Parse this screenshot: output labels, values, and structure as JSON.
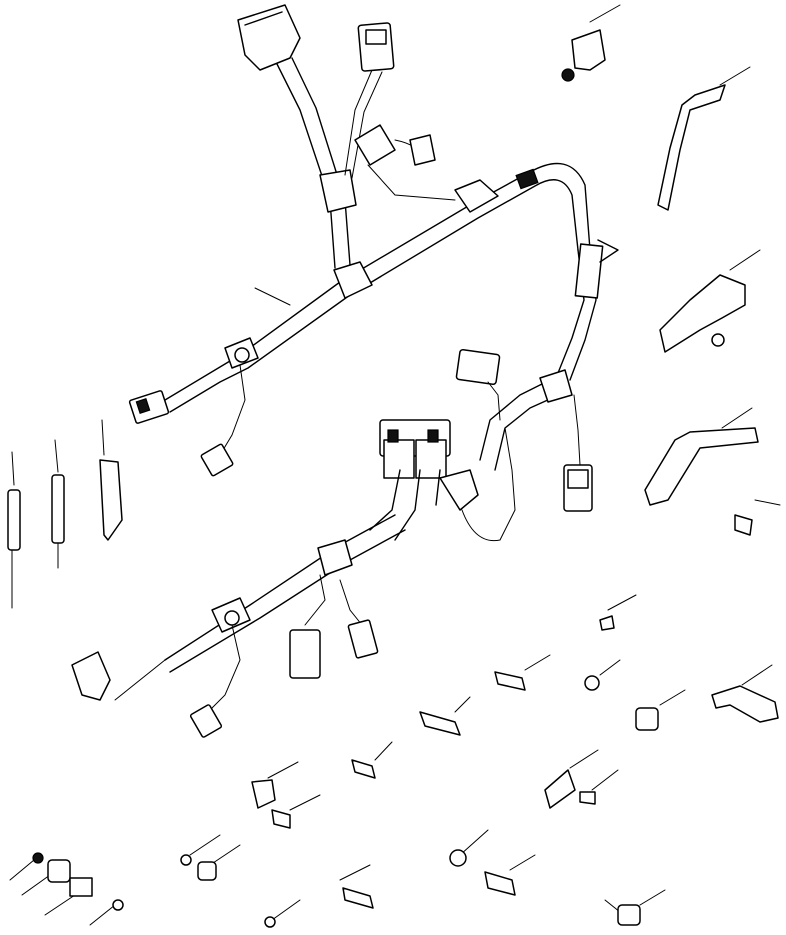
{
  "diagram": {
    "background": "#ffffff",
    "line_color": "#000000",
    "parts": [
      {
        "id": "harness-main",
        "icon": "wire-harness-icon"
      },
      {
        "id": "connector",
        "icon": "connector-icon"
      },
      {
        "id": "bracket",
        "icon": "bracket-icon"
      },
      {
        "id": "clamp",
        "icon": "clamp-icon"
      },
      {
        "id": "bolt",
        "icon": "bolt-icon"
      },
      {
        "id": "nut",
        "icon": "nut-icon"
      },
      {
        "id": "washer",
        "icon": "washer-icon"
      },
      {
        "id": "spacer",
        "icon": "spacer-icon"
      },
      {
        "id": "terminal",
        "icon": "terminal-icon"
      }
    ]
  }
}
